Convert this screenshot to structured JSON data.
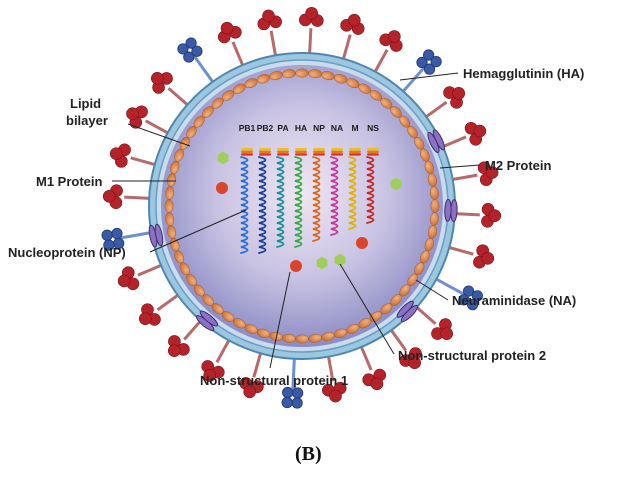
{
  "labels": {
    "lipid_bilayer": [
      "Lipid",
      "bilayer"
    ],
    "m1": "M1 Protein",
    "np": "Nucleoprotein (NP)",
    "ha": "Hemagglutinin (HA)",
    "m2": "M2 Protein",
    "na": "Neuraminidase (NA)",
    "ns2": "Non-structural protein 2",
    "ns1": "Non-structural protein 1"
  },
  "segments": [
    "PB1",
    "PB2",
    "PA",
    "HA",
    "NP",
    "NA",
    "M",
    "NS"
  ],
  "panel_label": "(B)",
  "colors": {
    "ha_spike": "#b5232a",
    "na_spike": "#3a5aa6",
    "m2_channel": "#6a4fa0",
    "membrane": "#7fb3d5",
    "matrix_bead": "#d9864f",
    "core": "#a9a6d6",
    "ns1_dot": "#d9452b",
    "ns2_dot": "#9fcf5a",
    "rna": [
      "#2c6fcf",
      "#1b3f9a",
      "#1a8f9a",
      "#3aa84a",
      "#d9661b",
      "#c13a9a",
      "#e0b000",
      "#c22828"
    ]
  }
}
